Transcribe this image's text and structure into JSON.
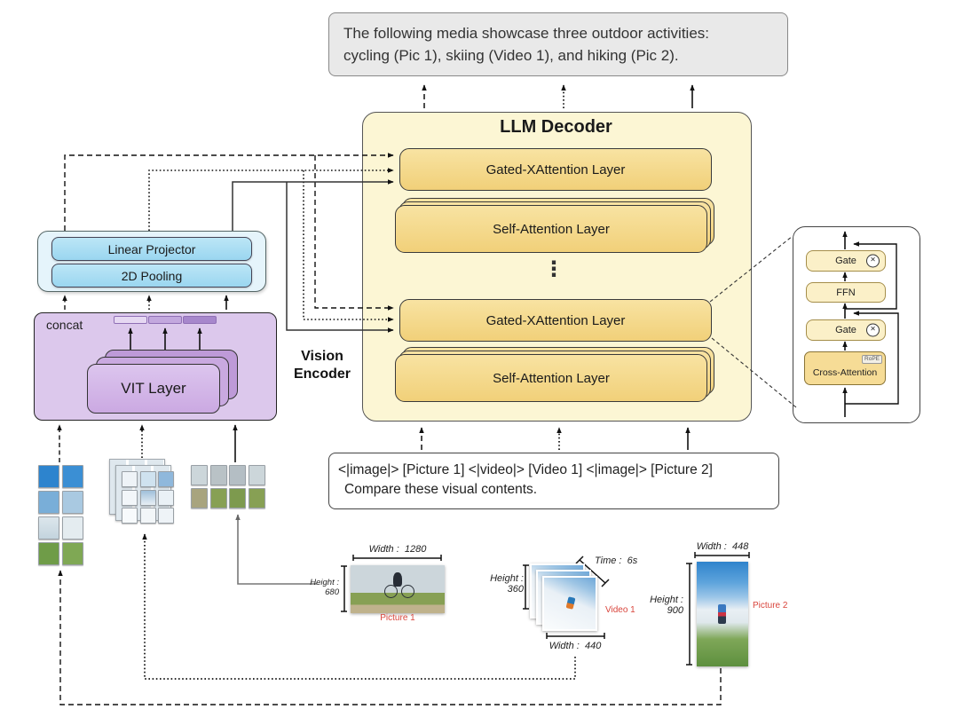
{
  "output_box": {
    "line1": "The following media showcase three outdoor activities:",
    "line2": "cycling (Pic 1), skiing (Video 1), and hiking (Pic 2)."
  },
  "llm_decoder": {
    "title": "LLM Decoder",
    "gated_layer_top": "Gated-XAttention Layer",
    "self_layer_top": "Self-Attention Layer",
    "ellipsis": "⋮",
    "gated_layer_bottom": "Gated-XAttention Layer",
    "self_layer_bottom": "Self-Attention Layer"
  },
  "vision_encoder": {
    "label_line1": "Vision",
    "label_line2": "Encoder",
    "linear_projector": "Linear Projector",
    "pooling_2d": "2D Pooling",
    "concat": "concat",
    "vit_layer": "VIT Layer"
  },
  "xattn_detail": {
    "gate_top": "Gate",
    "gate_bottom": "Gate",
    "gate_symbol": "×",
    "ffn": "FFN",
    "cross_attention": "Cross-Attention",
    "rope_badge": "RoPE"
  },
  "prompt_box": {
    "line1": "<|image|> [Picture 1] <|video|> [Video 1] <|image|> [Picture 2]",
    "line2": "Compare these visual contents."
  },
  "media": {
    "picture1": {
      "name": "Picture 1",
      "width_key": "Width :",
      "width_value": "1280",
      "height_key": "Height :",
      "height_value": "680"
    },
    "video1": {
      "name": "Video 1",
      "width_key": "Width :",
      "width_value": "440",
      "height_key": "Height :",
      "height_value": "360",
      "time_key": "Time :",
      "time_value": "6s"
    },
    "picture2": {
      "name": "Picture 2",
      "width_key": "Width :",
      "width_value": "448",
      "height_key": "Height :",
      "height_value": "900"
    }
  },
  "colors": {
    "decoder_bg": "#FCF6D4",
    "layer_fill": "#F5D989",
    "gate_fill": "#FBF0C8",
    "cross_attn_fill": "#F6DC96",
    "vision_purple": "#DCC8EC",
    "vit_fill": "#D2B5E6",
    "projector_blue": "#A6DCF2",
    "blue_bg": "#E5F4FB",
    "output_gray": "#E9E9E9",
    "media_label_red": "#D9453C"
  }
}
